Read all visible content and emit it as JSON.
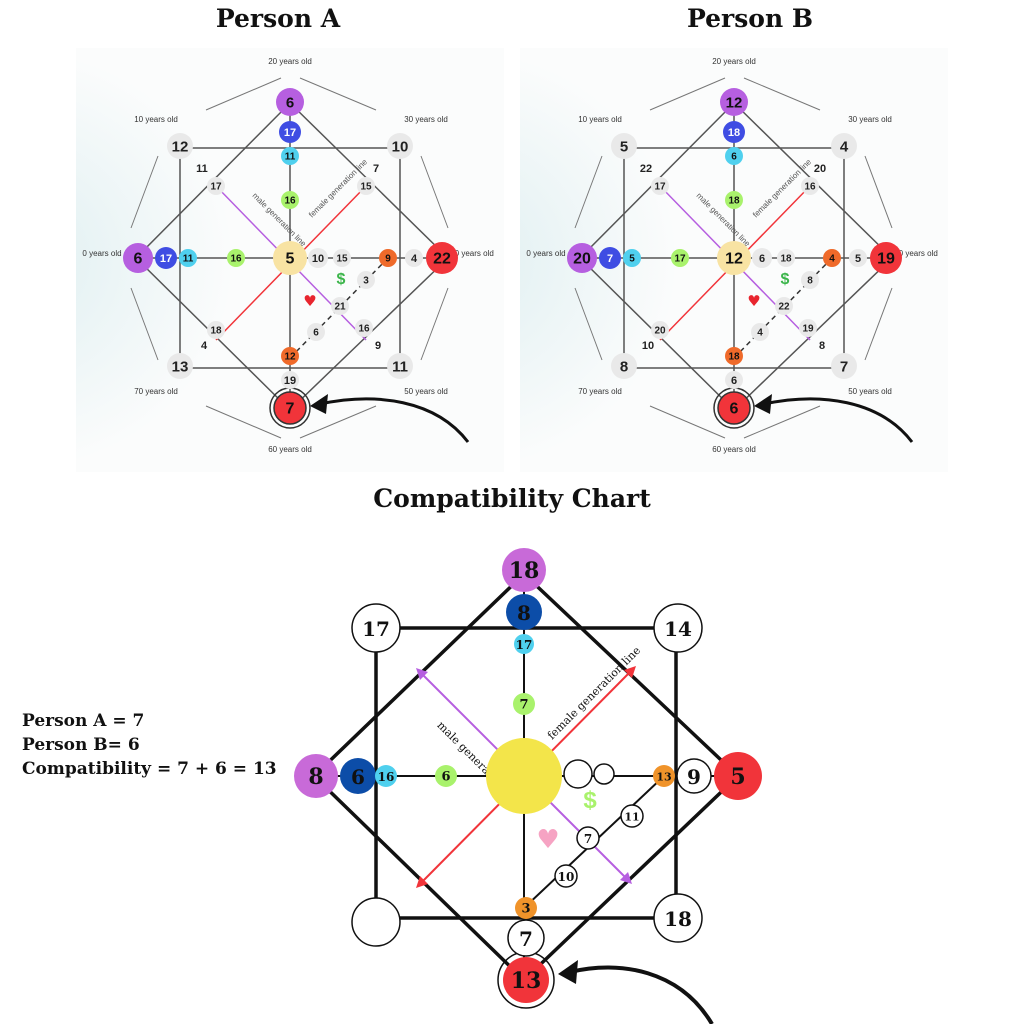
{
  "person_a": {
    "title": "Person A",
    "axis_ages": {
      "top": "20 years old",
      "right": "40 years old",
      "bottom": "60 years old",
      "left": "0 years old",
      "top_left": "10 years old",
      "top_right": "30 years old",
      "bottom_right": "50 years old",
      "bottom_left": "70 years old"
    },
    "nodes": {
      "top": "6",
      "top_inner1": "17",
      "top_inner2": "11",
      "top_inner3": "16",
      "left": "6",
      "left_inner1": "17",
      "left_inner2": "11",
      "left_inner3": "16",
      "center": "5",
      "center_r1": "10",
      "center_r2": "15",
      "right": "22",
      "right_inner1": "9",
      "right_inner2": "4",
      "bottom": "7",
      "bottom_inner1": "12",
      "bottom_inner2": "19",
      "tl": "12",
      "tl_inner": "11",
      "tl_inner2": "17",
      "tr": "10",
      "tr_inner": "7",
      "tr_inner2": "15",
      "bl": "13",
      "bl_inner": "4",
      "bl_inner2": "18",
      "br": "11",
      "br_inner": "9",
      "br_inner2": "16",
      "diag1": "3",
      "diag2": "21",
      "diag3": "6"
    }
  },
  "person_b": {
    "title": "Person B",
    "axis_ages": {
      "top": "20 years old",
      "right": "40 years old",
      "bottom": "60 years old",
      "left": "0 years old",
      "top_left": "10 years old",
      "top_right": "30 years old",
      "bottom_right": "50 years old",
      "bottom_left": "70 years old"
    },
    "nodes": {
      "top": "12",
      "top_inner1": "18",
      "top_inner2": "6",
      "top_inner3": "18",
      "left": "20",
      "left_inner1": "7",
      "left_inner2": "5",
      "left_inner3": "17",
      "center": "12",
      "center_r1": "6",
      "center_r2": "18",
      "right": "19",
      "right_inner1": "4",
      "right_inner2": "5",
      "bottom": "6",
      "bottom_inner1": "18",
      "bottom_inner2": "6",
      "tl": "5",
      "tl_inner": "22",
      "tl_inner2": "17",
      "tr": "4",
      "tr_inner": "20",
      "tr_inner2": "16",
      "bl": "8",
      "bl_inner": "10",
      "bl_inner2": "20",
      "br": "7",
      "br_inner": "8",
      "br_inner2": "19",
      "diag1": "8",
      "diag2": "22",
      "diag3": "4"
    }
  },
  "compat": {
    "title": "Compatibility Chart",
    "line_male": "male generation line",
    "line_female": "female generation line",
    "dollar": "$",
    "nodes": {
      "top": "18",
      "top_inner1": "8",
      "top_inner2": "17",
      "top_inner3": "7",
      "left": "8",
      "left_inner1": "6",
      "left_inner2": "16",
      "left_inner3": "6",
      "right": "5",
      "right_inner1": "9",
      "right_inner2": "13",
      "bottom": "13",
      "bottom_inner1": "7",
      "bottom_inner2": "3",
      "tl": "17",
      "tr": "14",
      "br": "18",
      "bl": "",
      "diag1": "11",
      "diag2": "7",
      "diag3": "10"
    }
  },
  "formula": {
    "line1": "Person A = 7",
    "line2": "Person B= 6",
    "line3": "Compatibility = 7 + 6 = 13"
  },
  "colors": {
    "purple": "#b65fe0",
    "dark_blue": "#0c4da8",
    "blue": "#3f4de3",
    "cyan": "#4fd0ee",
    "lime": "#a9f26c",
    "yellow": "#f3e54a",
    "pale_yellow": "#f8e3a3",
    "orange": "#f0932a",
    "orange_dark": "#ef6a2a",
    "red": "#f1343a",
    "gray": "#e9e9e9"
  }
}
